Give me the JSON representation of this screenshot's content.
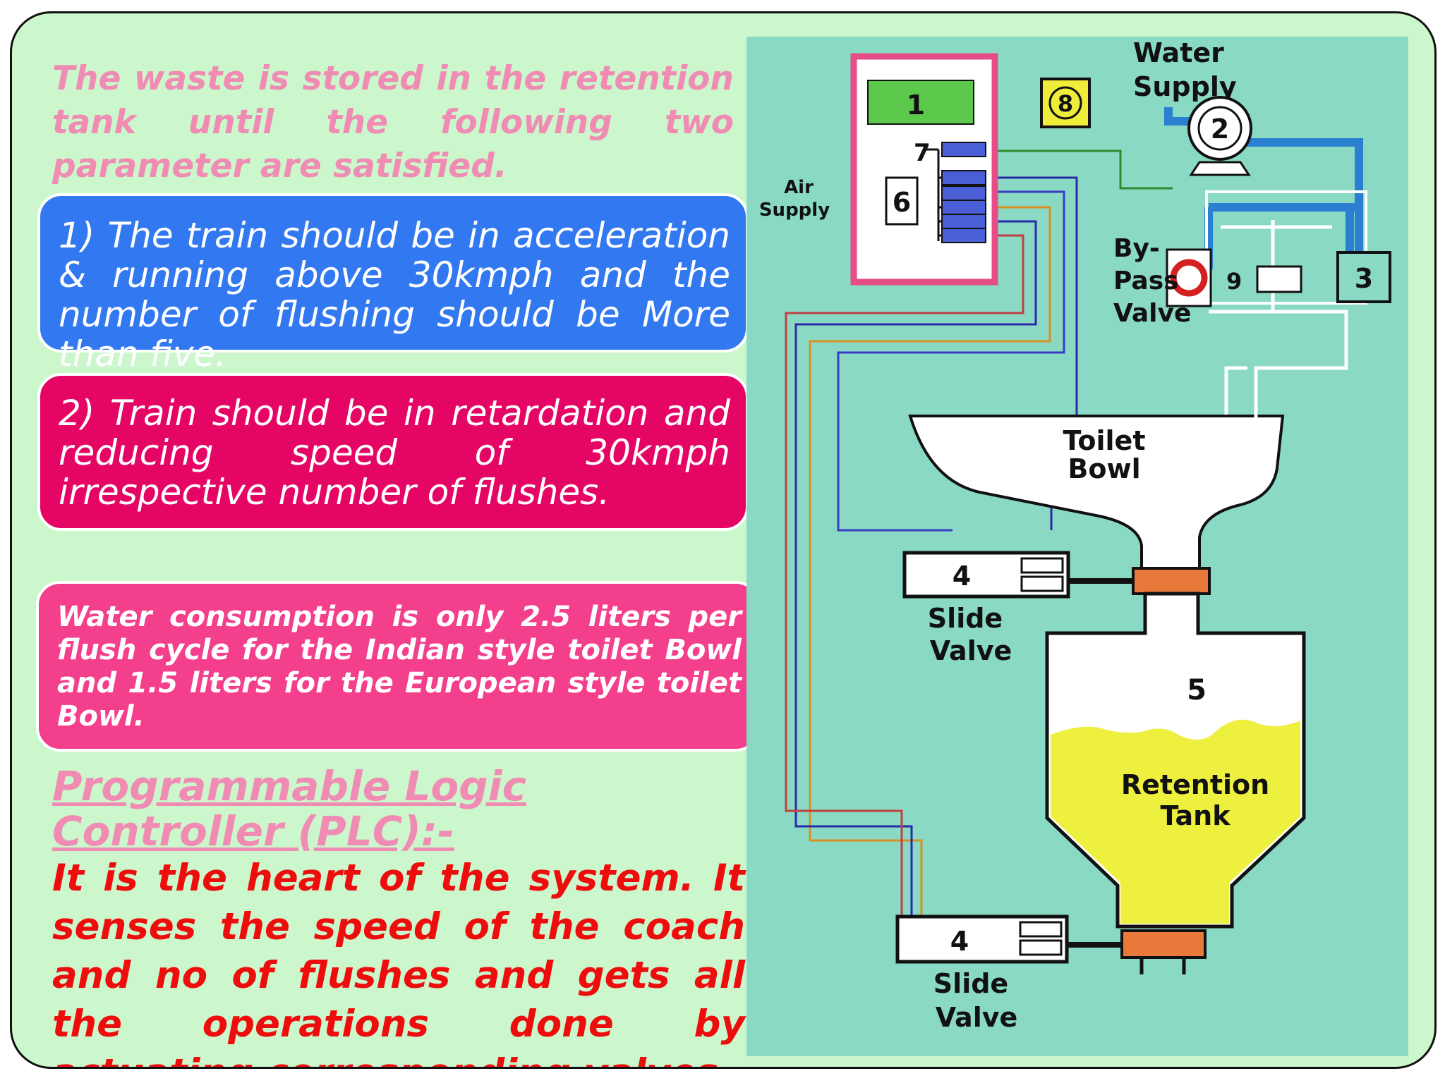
{
  "intro": "The waste is stored in the retention tank until the following two parameter are satisfied.",
  "condition_1": "1) The train should be in acceleration & running above 30kmph and the number of flushing should be More than five.",
  "condition_2": "2) Train should be in retardation and reducing speed of 30kmph irrespective number of flushes.",
  "water_note": "Water consumption is only 2.5 liters per flush cycle for the Indian style toilet Bowl and 1.5 liters for the European style toilet Bowl.",
  "plc_heading": "Programmable Logic Controller (PLC):-",
  "plc_body": "It is the heart of the system. It senses the speed of the coach and no of flushes and gets all the operations done by actuating corresponding valves.",
  "diagram": {
    "num_1": "1",
    "num_2": "2",
    "num_3": "3",
    "num_4_top": "4",
    "num_4_bottom": "4",
    "num_5": "5",
    "num_6": "6",
    "num_7": "7",
    "num_8": "8",
    "num_9": "9",
    "water_supply_1": "Water",
    "water_supply_2": "Supply",
    "air_supply_1": "Air",
    "air_supply_2": "Supply",
    "bypass_1": "By-",
    "bypass_2": "Pass",
    "bypass_3": "Valve",
    "toilet_1": "Toilet",
    "toilet_2": "Bowl",
    "slide_top_1": "Slide",
    "slide_top_2": "Valve",
    "slide_bottom_1": "Slide",
    "slide_bottom_2": "Valve",
    "retention_1": "Retention",
    "retention_2": "Tank"
  },
  "colors": {
    "slide_bg": "#ccf7cc",
    "intro_text": "#f08cb4",
    "box_blue": "#3278f0",
    "box_crimson": "#e40564",
    "box_pink": "#f33f8c",
    "plc_text": "#ee0d0d",
    "diagram_bg": "#8ad9c4",
    "pipe_blue": "#2a7fd0",
    "tank_yellow": "#eef040",
    "valve_orange": "#e8793a",
    "plc_frame": "#e64d86",
    "display_green": "#5cc84c"
  }
}
